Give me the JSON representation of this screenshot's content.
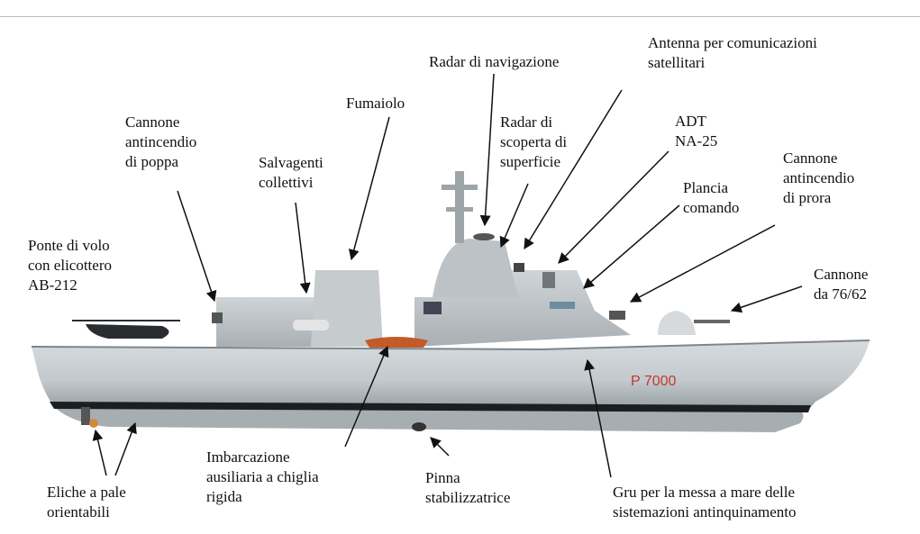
{
  "hull_marking": "P 7000",
  "labels": {
    "radar_nav": "Radar di navigazione",
    "antenna_sat": "Antenna per comunicazioni\nsatellitari",
    "fumaiolo": "Fumaiolo",
    "radar_surface": "Radar di\nscoperta di\nsuperficie",
    "adt": "ADT\nNA-25",
    "cannone_poppa": "Cannone\nantincendio\ndi poppa",
    "salvagenti": "Salvagenti\ncollettivi",
    "plancia": "Plancia\ncomando",
    "cannone_prora": "Cannone\nantincendio\ndi prora",
    "ponte_volo": "Ponte di volo\ncon elicottero\nAB-212",
    "cannone_76": "Cannone\nda 76/62",
    "imbarcazione": "Imbarcazione\nausiliaria a chiglia\nrigida",
    "pinna": "Pinna\nstabilizzatrice",
    "eliche": "Eliche a pale\norientabili",
    "gru": "Gru per la messa a mare delle\nsistemazioni antinquinamento"
  },
  "colors": {
    "hull": "#c9cfd2",
    "hull_dark": "#8e979c",
    "waterline": "#1c1f22",
    "superstructure": "#b9bfc2",
    "marking": "#c0392b",
    "arrow": "#111111"
  }
}
